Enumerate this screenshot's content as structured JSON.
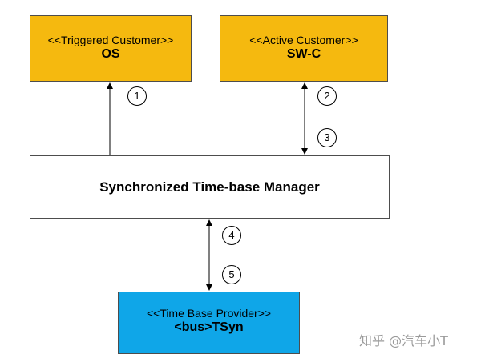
{
  "colors": {
    "customer_fill": "#f5b90f",
    "provider_fill": "#0fa6e8",
    "border": "#4d4d4d"
  },
  "nodes": {
    "os": {
      "stereotype": "<<Triggered Customer>>",
      "name": "OS"
    },
    "swc": {
      "stereotype": "<<Active Customer>>",
      "name": "SW-C"
    },
    "stbm": {
      "name": "Synchronized Time-base Manager"
    },
    "tsyn": {
      "stereotype": "<<Time Base Provider>>",
      "name": "<bus>TSyn"
    }
  },
  "interfaces": [
    "1",
    "2",
    "3",
    "4",
    "5"
  ],
  "edges": [
    {
      "from": "stbm",
      "to": "os",
      "direction": "to-target",
      "labels": [
        "1"
      ]
    },
    {
      "from": "stbm",
      "to": "swc",
      "direction": "both",
      "labels": [
        "2",
        "3"
      ]
    },
    {
      "from": "stbm",
      "to": "tsyn",
      "direction": "both",
      "labels": [
        "4",
        "5"
      ]
    }
  ],
  "watermark": "知乎 @汽车小T"
}
